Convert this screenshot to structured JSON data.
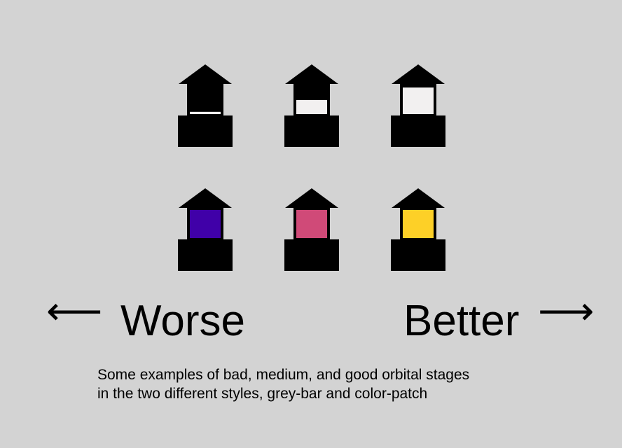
{
  "background": "#d3d3d3",
  "rows": [
    {
      "style": "grey-bar",
      "stages": [
        {
          "level": "bad",
          "fill_fraction": 0.08,
          "color": "#f2f0f0"
        },
        {
          "level": "medium",
          "fill_fraction": 0.5,
          "color": "#f2f0f0"
        },
        {
          "level": "good",
          "fill_fraction": 0.95,
          "color": "#f2f0f0"
        }
      ]
    },
    {
      "style": "color-patch",
      "stages": [
        {
          "level": "bad",
          "fill_fraction": 1.0,
          "color": "#4000a8"
        },
        {
          "level": "medium",
          "fill_fraction": 1.0,
          "color": "#d04a78"
        },
        {
          "level": "good",
          "fill_fraction": 1.0,
          "color": "#fdd027"
        }
      ]
    }
  ],
  "scale": {
    "left_arrow": "⟵",
    "worse_label": "Worse",
    "better_label": "Better",
    "right_arrow": "⟶"
  },
  "caption": {
    "line1": "Some examples of bad, medium, and good orbital stages",
    "line2": "in the two different styles, grey-bar and color-patch"
  }
}
